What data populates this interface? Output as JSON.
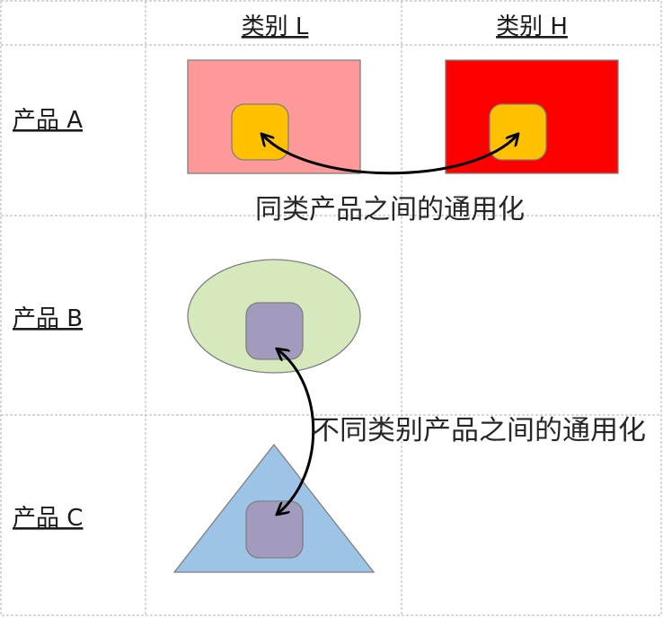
{
  "columns": {
    "l": "类别 L",
    "h": "类别 H"
  },
  "rows": {
    "a": "产品 A",
    "b": "产品 B",
    "c": "产品 C"
  },
  "annotations": {
    "same_category": "同类产品之间的通用化",
    "cross_category": "不同类别产品之间的通用化"
  },
  "colors": {
    "pink": "#ff9999",
    "red": "#ff0000",
    "orange": "#ffc000",
    "green": "#d6e9bd",
    "purple": "#a39bbd",
    "blue": "#9dc3e6",
    "grid": "#bfbfbf"
  }
}
